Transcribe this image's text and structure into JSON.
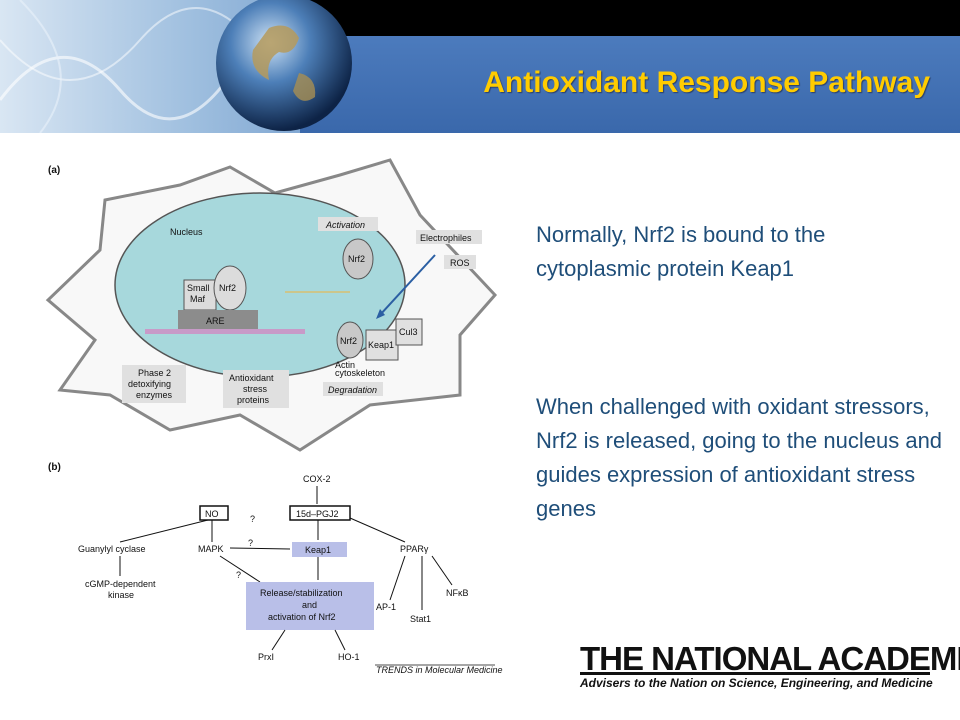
{
  "slide": {
    "title": "Antioxidant Response Pathway",
    "paragraph1": "Normally, Nrf2 is bound to the cytoplasmic protein Keap1",
    "paragraph2": "When challenged with oxidant stressors, Nrf2 is released, going to  the nucleus and guides expression of antioxidant stress genes"
  },
  "figure_a": {
    "label": "(a)",
    "nucleus": "Nucleus",
    "activation": "Activation",
    "nrf2": "Nrf2",
    "small_maf_1": "Small",
    "small_maf_2": "Maf",
    "are": "ARE",
    "electrophiles": "Electrophiles",
    "ros": "ROS",
    "cul3": "Cul3",
    "keap1": "Keap1",
    "actin_1": "Actin",
    "actin_2": "cytoskeleton",
    "degradation": "Degradation",
    "phase2_1": "Phase 2",
    "phase2_2": "detoxifying",
    "phase2_3": "enzymes",
    "antiox_1": "Antioxidant",
    "antiox_2": "stress",
    "antiox_3": "proteins"
  },
  "figure_b": {
    "label": "(b)",
    "cox2": "COX-2",
    "no": "NO",
    "pgj2": "15d–PGJ2",
    "guanylyl": "Guanylyl cyclase",
    "mapk": "MAPK",
    "keap1": "Keap1",
    "ppar": "PPARγ",
    "q": "?",
    "cgmp_1": "cGMP-dependent",
    "cgmp_2": "kinase",
    "release_1": "Release/stabilization",
    "release_2": "and",
    "release_3": "activation of Nrf2",
    "ap1": "AP-1",
    "stat1": "Stat1",
    "nfkb": "NFκB",
    "prxi": "PrxI",
    "ho1": "HO-1",
    "source": "TRENDS in Molecular Medicine"
  },
  "logo": {
    "main": "THE NATIONAL ACADEMIES",
    "tagline": "Advisers to the Nation on Science, Engineering, and Medicine"
  },
  "colors": {
    "title": "#ffcc00",
    "body_text": "#1f4e79",
    "nucleus_fill": "#a7d8dc",
    "banner": "#3a68ab"
  }
}
